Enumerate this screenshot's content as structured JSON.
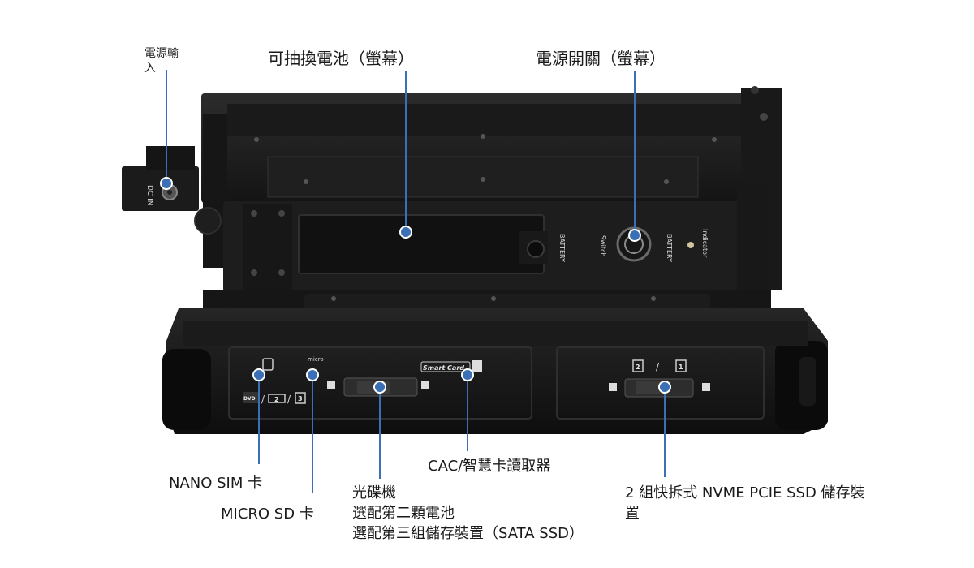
{
  "labels": {
    "dc_in": "電源輸\n入",
    "battery": "可抽換電池（螢幕）",
    "power_switch": "電源開關（螢幕）",
    "nano_sim": "NANO SIM 卡",
    "micro_sd": "MICRO SD 卡",
    "optical_line1": "光碟機",
    "optical_line2": "選配第二顆電池",
    "optical_line3": "選配第三組儲存裝置（SATA SSD）",
    "cac": "CAC/智慧卡讀取器",
    "nvme_line1": "2 組快拆式 NVME PCIE SSD 儲存裝",
    "nvme_line2": "置"
  },
  "device_text": {
    "dc_in": "DC IN",
    "battery": "BATTERY",
    "switch": "Switch",
    "battery2": "BATTERY",
    "indicator": "Indicator",
    "micro": "micro",
    "smart_card": "Smart Card",
    "slot2": "2",
    "slot3": "3",
    "slot_sep": "/",
    "dvd": "DVD",
    "nvme_slot2": "2",
    "nvme_slot1": "1",
    "nvme_sep": "/"
  },
  "colors": {
    "leader": "#3b6fb6",
    "device_dark": "#1c1c1c",
    "device_mid": "#2a2a2a"
  }
}
